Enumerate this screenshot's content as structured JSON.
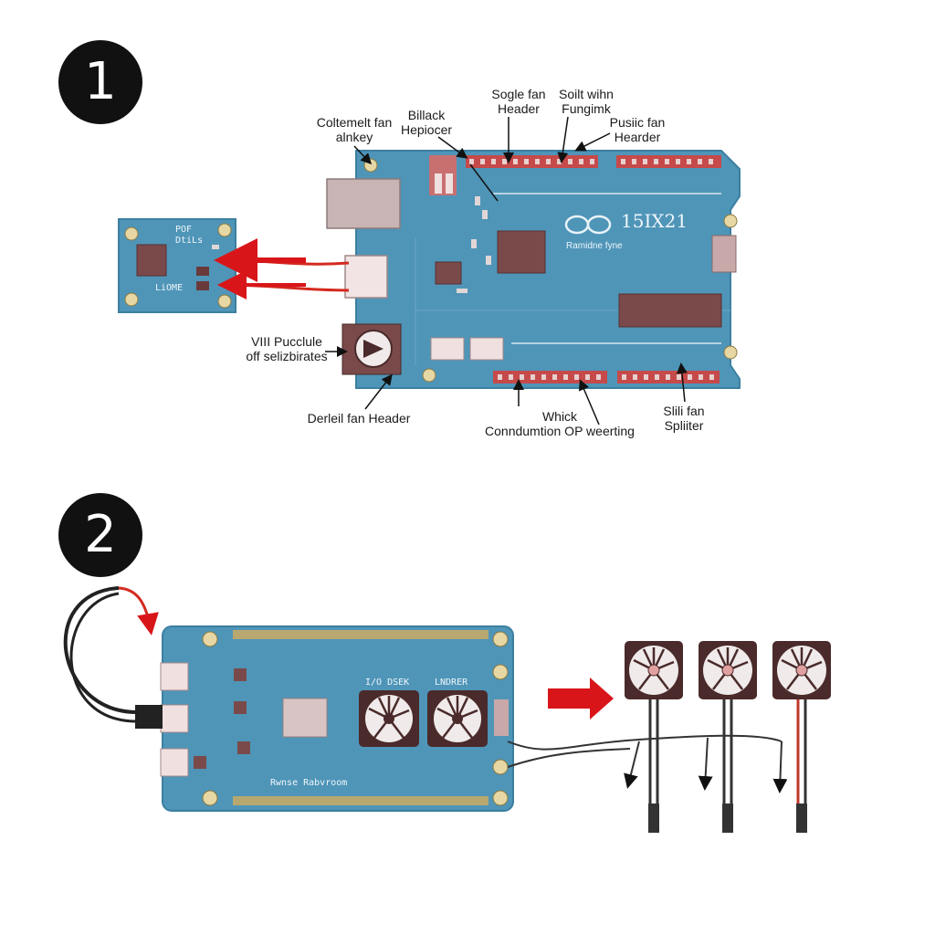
{
  "steps": {
    "step1": "1",
    "step2": "2"
  },
  "diagram1": {
    "labels": {
      "comment_fan": "Coltemelt fan\nalnkey",
      "black_header": "Billack\nHepiocer",
      "single_fan_header": "Sogle fan\nHeader",
      "split_with": "Soilt wihn\nFungimk",
      "public_fan_header": "Pusiic fan\nHearder",
      "vii_puccule": "VIII Pucclule\noff selizbirates",
      "default_fan_header": "Derleil fan Header",
      "which_conduction": "Whick\nConndumtion OP weerting",
      "split_fan_splitter": "Slili fan\nSpliiter"
    },
    "board": {
      "model_text": "15IX21",
      "sub_text": "Ramidne fyne",
      "module_text_top": "POF",
      "module_text_mid": "DtiLs",
      "module_text_bot": "LiOME"
    }
  },
  "diagram2": {
    "board": {
      "chip_label_left": "I/O DSEK",
      "chip_label_right": "LNDRER",
      "bottom_label": "Rwnse Rabvroom"
    }
  },
  "colors": {
    "board": "#4f95b8",
    "board_edge": "#3c7fa0",
    "header_red": "#c64a4a",
    "arrow_red": "#d8161a",
    "wire_red": "#d42a1e",
    "chip": "#7a4a4a",
    "fan_frame": "#4a2a2a"
  }
}
